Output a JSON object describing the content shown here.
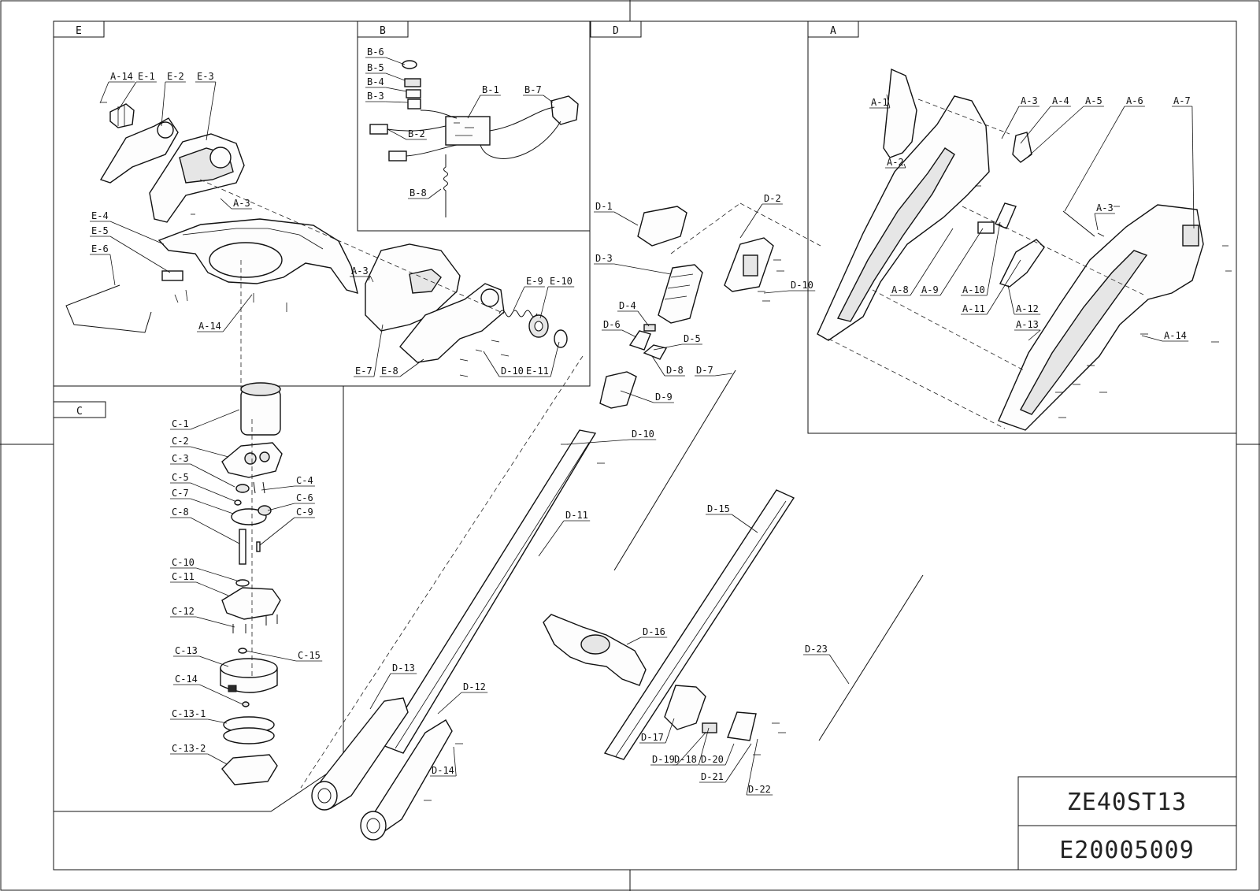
{
  "sections": {
    "E": "E",
    "B": "B",
    "D": "D",
    "A": "A",
    "C": "C"
  },
  "title_block": {
    "model": "ZE40ST13",
    "number": "E20005009"
  },
  "labels": {
    "E": [
      "A-14",
      "E-1",
      "E-2",
      "E-3",
      "A-3",
      "E-4",
      "E-5",
      "E-6",
      "A-14",
      "A-3",
      "E-7",
      "E-8",
      "E-9",
      "E-10",
      "D-10",
      "E-11"
    ],
    "B": [
      "B-6",
      "B-5",
      "B-4",
      "B-3",
      "B-1",
      "B-7",
      "B-2",
      "B-8"
    ],
    "D": [
      "D-1",
      "D-2",
      "D-3",
      "D-4",
      "D-6",
      "D-5",
      "D-8",
      "D-9",
      "D-7",
      "D-10",
      "D-10",
      "D-11",
      "D-15",
      "D-16",
      "D-13",
      "D-12",
      "D-14",
      "D-17",
      "D-19",
      "D-18",
      "D-20",
      "D-21",
      "D-22",
      "D-23"
    ],
    "A": [
      "A-1",
      "A-2",
      "A-3",
      "A-4",
      "A-5",
      "A-6",
      "A-7",
      "A-3",
      "A-8",
      "A-9",
      "A-10",
      "A-11",
      "A-12",
      "A-13",
      "A-14"
    ],
    "C": [
      "C-1",
      "C-2",
      "C-3",
      "C-4",
      "C-5",
      "C-6",
      "C-7",
      "C-8",
      "C-9",
      "C-10",
      "C-11",
      "C-12",
      "C-15",
      "C-13",
      "C-14",
      "C-13-1",
      "C-13-2"
    ]
  }
}
